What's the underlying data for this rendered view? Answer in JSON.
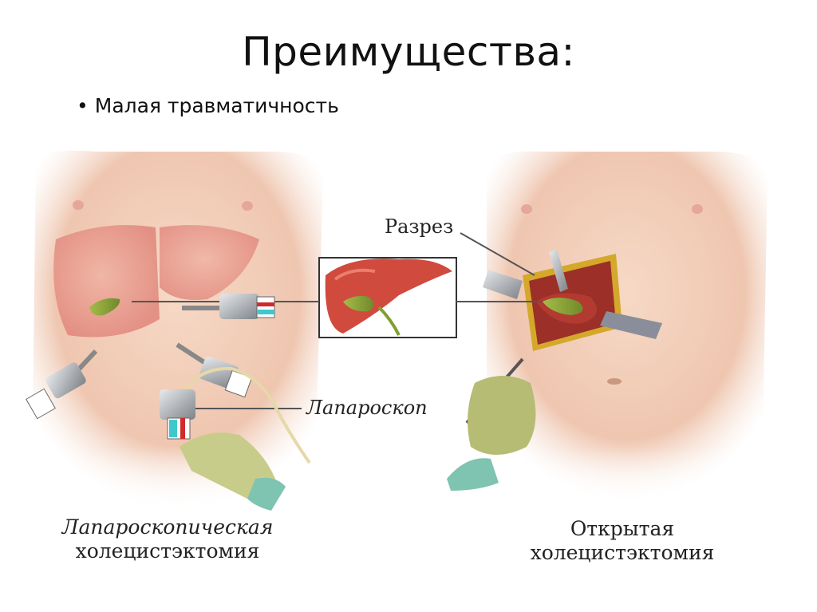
{
  "slide": {
    "title": "Преимущества:",
    "bullets": [
      {
        "marker": "•",
        "text": "Малая травматичность"
      }
    ]
  },
  "figure": {
    "labels": {
      "incision": "Разрез",
      "laparoscope": "Лапароскоп"
    },
    "captions": {
      "left_line1": "Лапароскопическая",
      "left_line2": "холецистэктомия",
      "right_line1": "Открытая",
      "right_line2": "холецистэктомия"
    },
    "colors": {
      "skin": "#f2cdb8",
      "skin_shadow": "#e8a898",
      "liver": "#c8403a",
      "liver_light": "#e2695a",
      "gallbladder": "#8aa43a",
      "glove": "#c8cc8a",
      "sleeve": "#7fc4b0",
      "metal": "#b8bcc0",
      "cable": "#e6d8a8",
      "incision_border": "#d4a82a"
    }
  }
}
